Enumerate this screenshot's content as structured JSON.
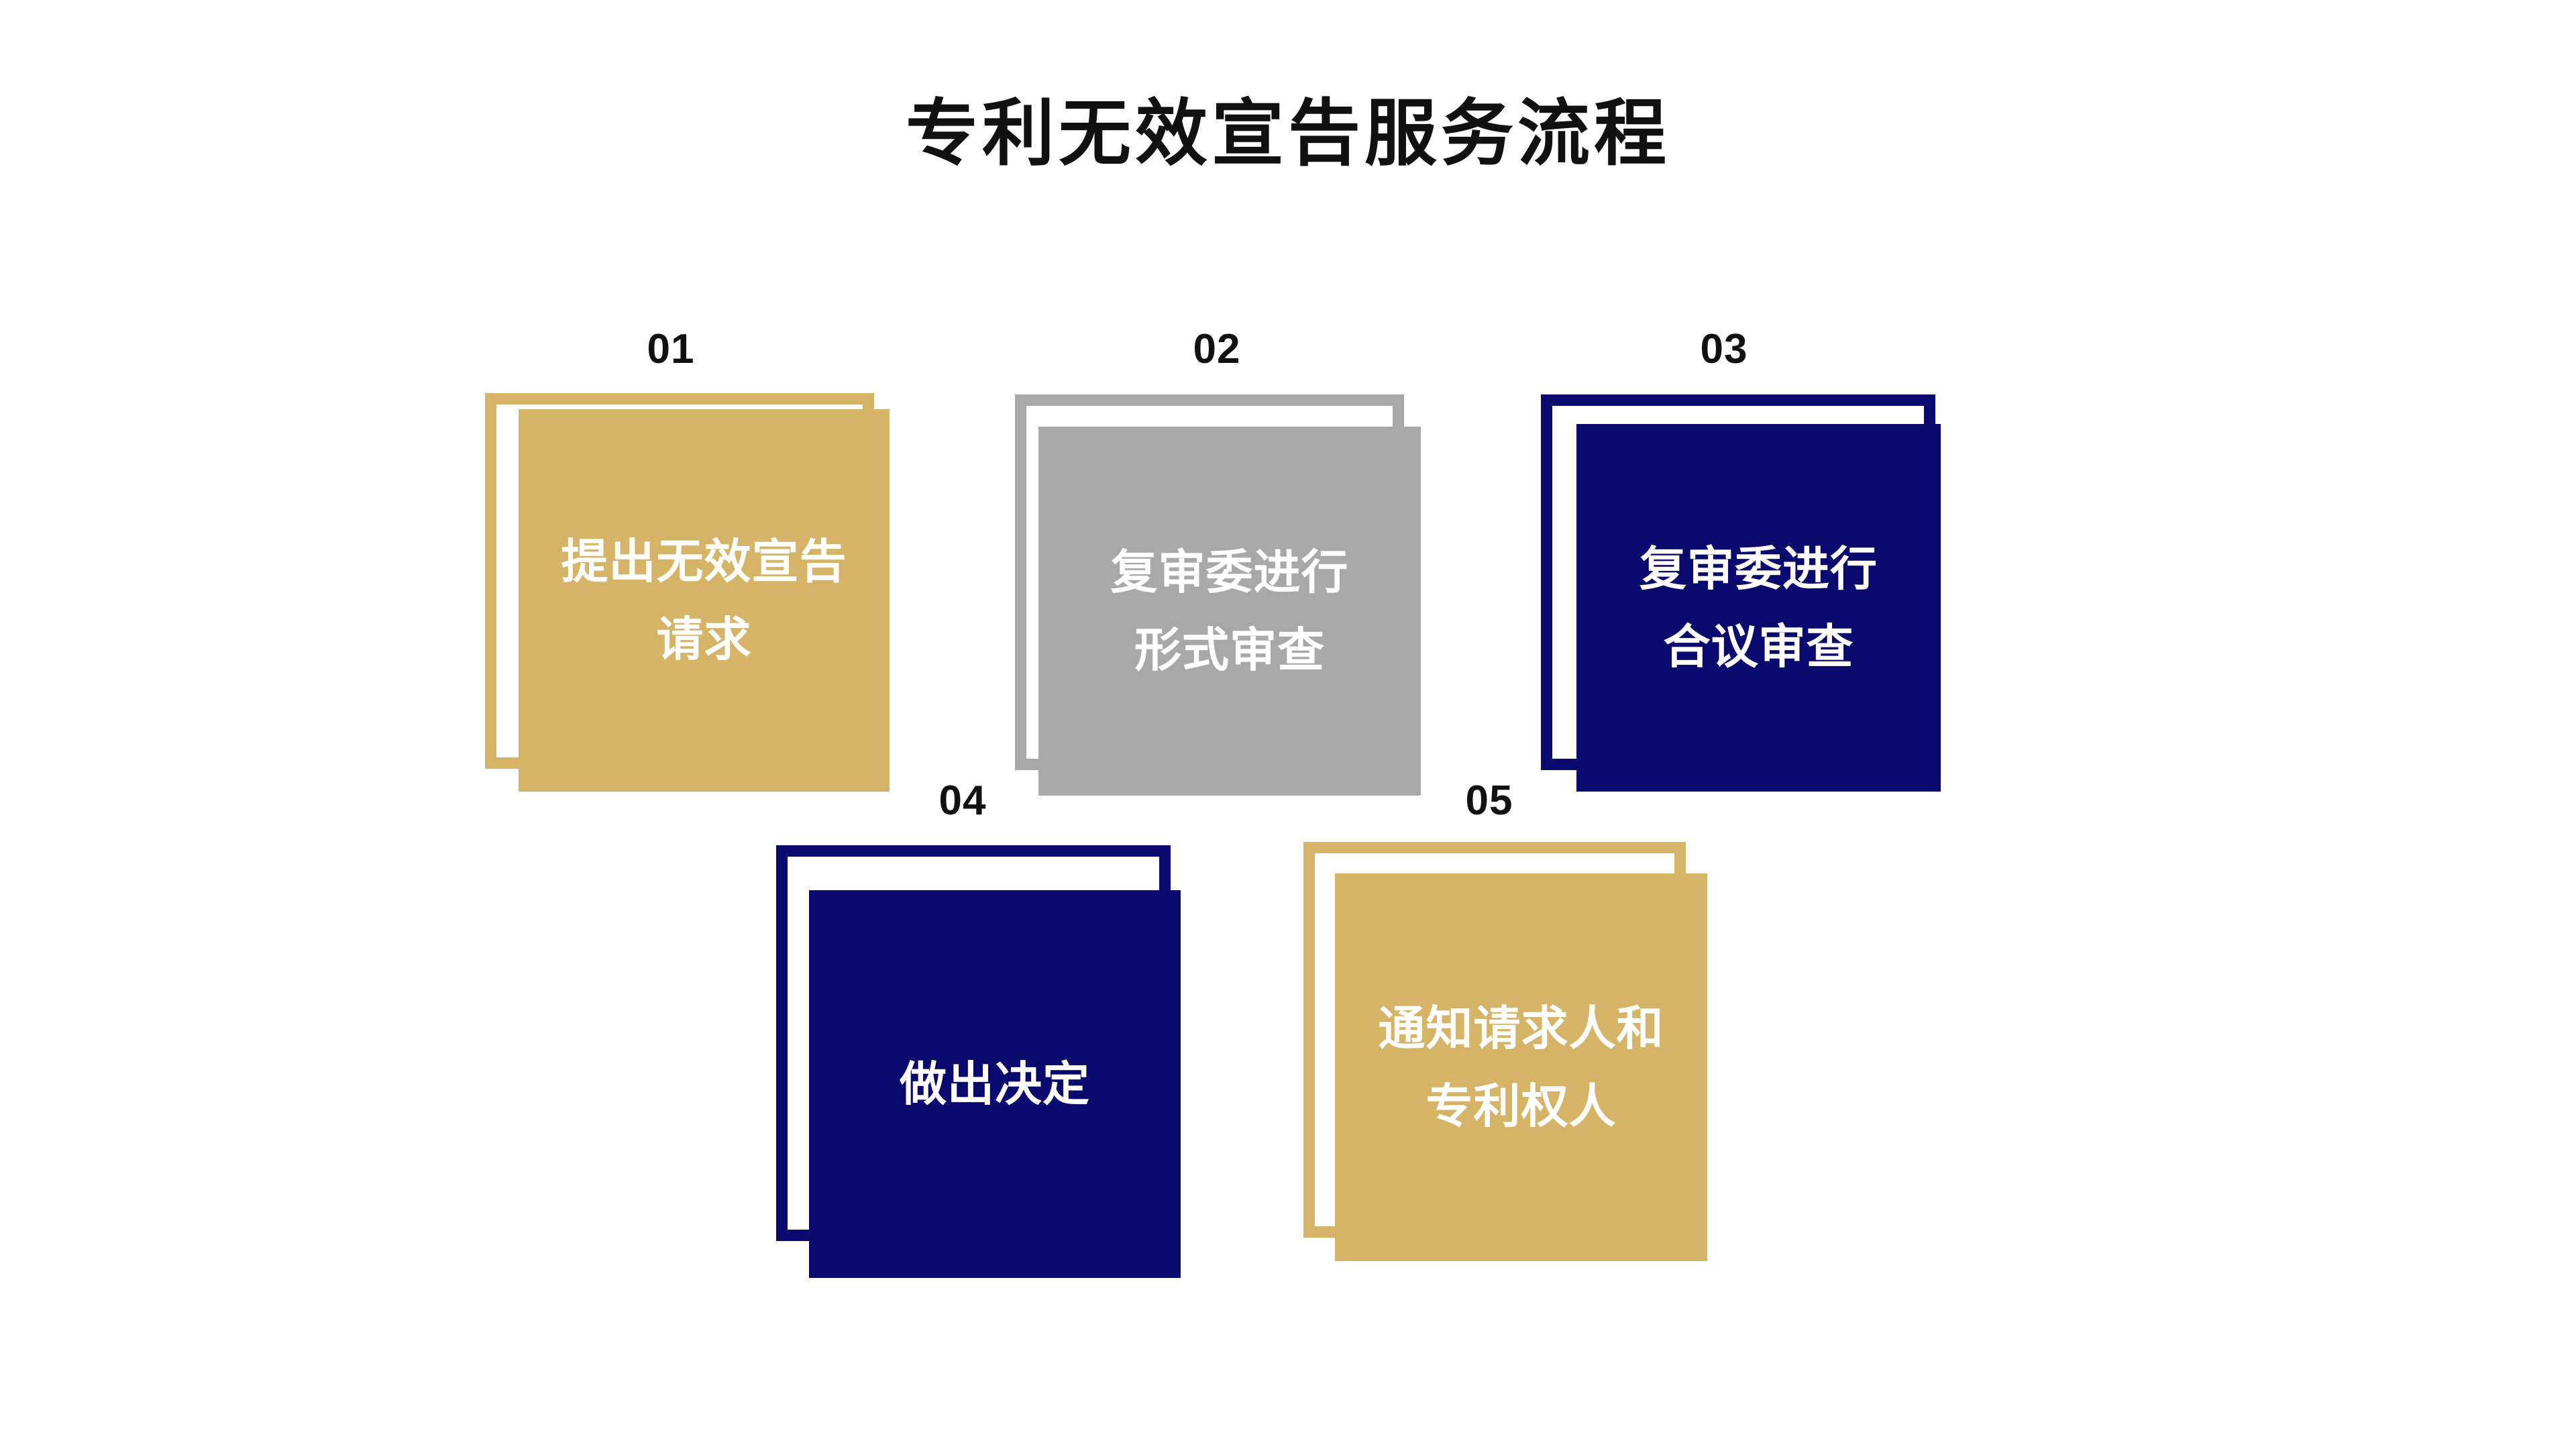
{
  "page": {
    "title": "专利无效宣告服务流程",
    "background_color": "#FFFFFF"
  },
  "palette": {
    "gold": "#D6B467",
    "gray": "#A8A8A8",
    "navy": "#0A0A6E",
    "title_color": "#111111",
    "number_color": "#111111",
    "card_text_color": "#FFFFFF"
  },
  "flow": {
    "steps": [
      {
        "number": "01",
        "label": "提出无效宣告\n请求",
        "color_name": "gold",
        "color": "#D6B467"
      },
      {
        "number": "02",
        "label": "复审委进行\n形式审查",
        "color_name": "gray",
        "color": "#A8A8A8"
      },
      {
        "number": "03",
        "label": "复审委进行\n合议审查",
        "color_name": "navy",
        "color": "#0A0A6E"
      },
      {
        "number": "04",
        "label": "做出决定",
        "color_name": "navy",
        "color": "#0A0A6E"
      },
      {
        "number": "05",
        "label": "通知请求人和\n专利权人",
        "color_name": "gold",
        "color": "#D6B467"
      }
    ]
  }
}
